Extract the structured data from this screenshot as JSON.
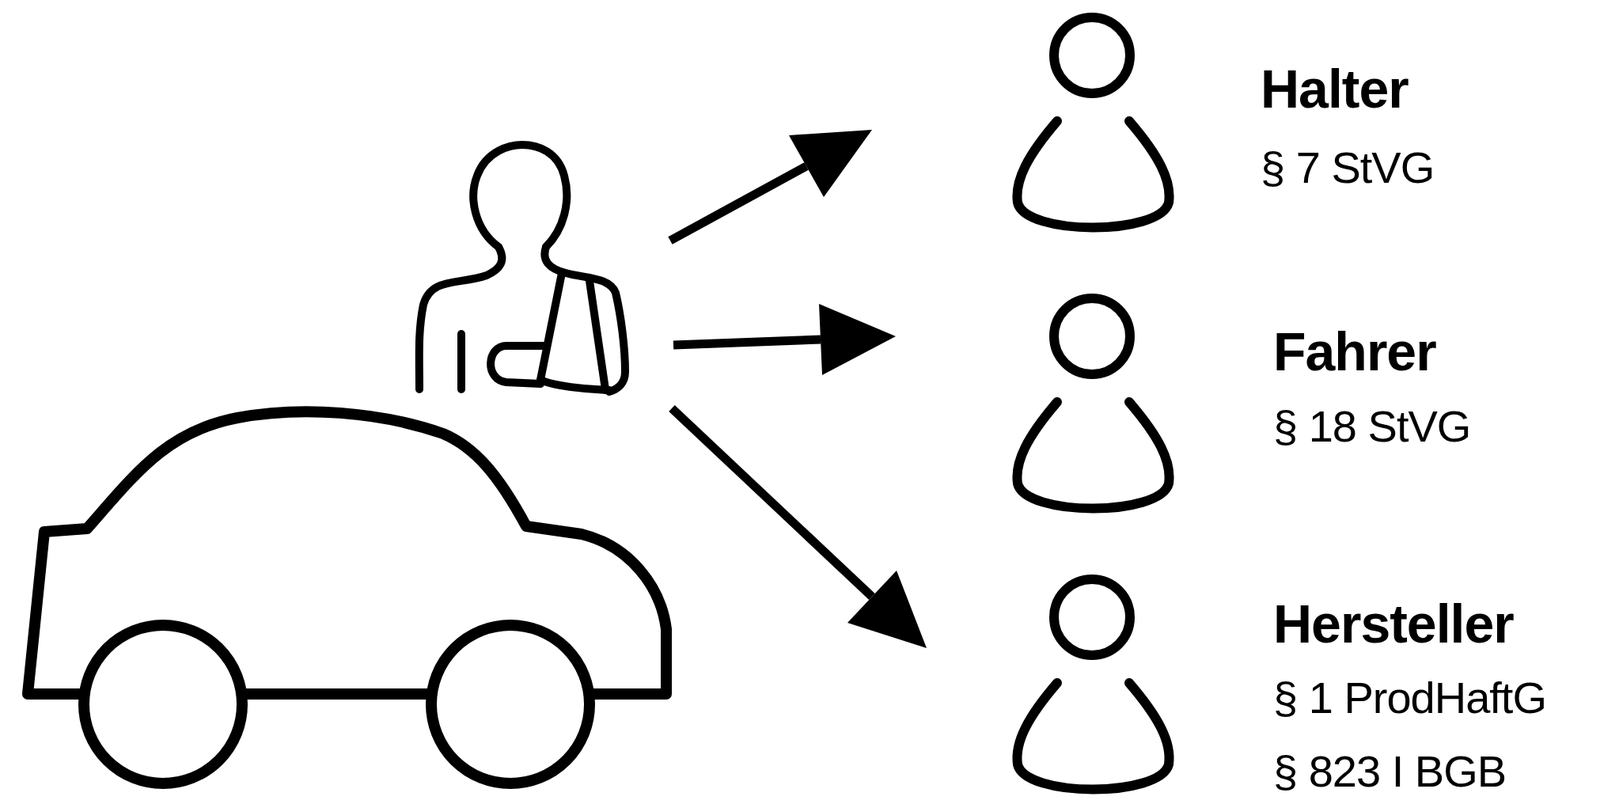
{
  "diagram": {
    "nodes": [
      {
        "text": [
          "Halter",
          "§ 7 StVG"
        ]
      },
      {
        "text": [
          "Fahrer",
          "§ 18 StVG"
        ]
      },
      {
        "text": [
          "Hersteller",
          "§ 1 ProdHaftG",
          "§ 823 I BGB"
        ]
      }
    ]
  }
}
